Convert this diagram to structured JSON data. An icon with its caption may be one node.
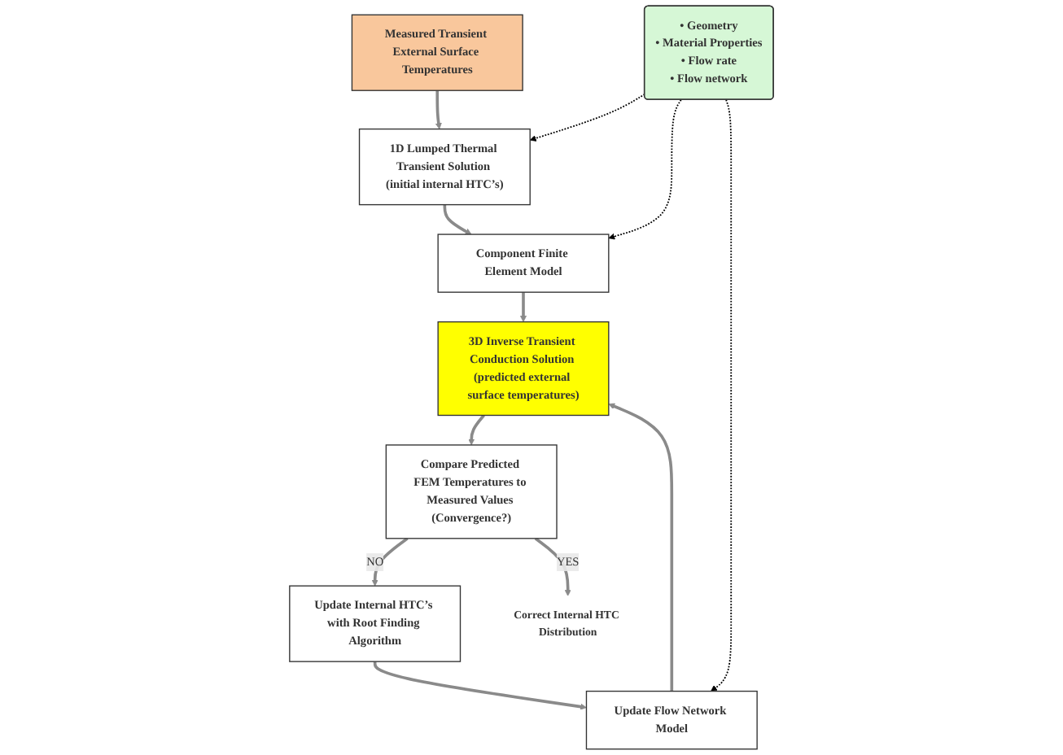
{
  "diagram": {
    "nodes": [
      {
        "text": [
          "Measured Transient External Surface Temperatures"
        ]
      },
      {
        "text": [
          "1D Lumped Thermal Transient Solution (initial internal HTC’s)"
        ]
      },
      {
        "text": [
          "Component Finite Element Model"
        ]
      },
      {
        "text": [
          "• Geometry",
          "• Material Properties",
          "• Flow rate",
          "• Flow network"
        ]
      },
      {
        "text": [
          "Update Flow Network Model"
        ]
      },
      {
        "text": [
          "3D Inverse Transient Conduction Solution (predicted external surface temperatures)"
        ]
      },
      {
        "text": [
          "Compare Predicted FEM Temperatures to Measured Values (Convergence?)"
        ]
      },
      {
        "text": [
          "Update Internal HTC’s with Root Finding Algorithm"
        ]
      },
      {
        "text": [
          "Correct Internal HTC Distribution"
        ]
      }
    ],
    "edges": [
      {
        "from": 0,
        "to": 1,
        "arrow": "to"
      },
      {
        "from": 1,
        "to": 2,
        "arrow": "to"
      },
      {
        "from": 3,
        "to": 1,
        "arrow": "to",
        "style": "dashed",
        "color": "#000000"
      },
      {
        "from": 3,
        "to": 2,
        "arrow": "to",
        "style": "dashed",
        "color": "#000000"
      },
      {
        "from": 3,
        "to": 4,
        "arrow": "to",
        "style": "dashed",
        "color": "#000000"
      },
      {
        "from": 2,
        "to": 5,
        "arrow": "to"
      },
      {
        "from": 4,
        "to": 5,
        "arrow": "to"
      },
      {
        "from": 5,
        "to": 6,
        "arrow": "to"
      },
      {
        "from": 6,
        "to": 7,
        "arrow": "to",
        "label": "NO"
      },
      {
        "from": 7,
        "to": 4,
        "arrow": "to"
      },
      {
        "from": 6,
        "to": 8,
        "arrow": "to",
        "label": "YES"
      }
    ]
  }
}
